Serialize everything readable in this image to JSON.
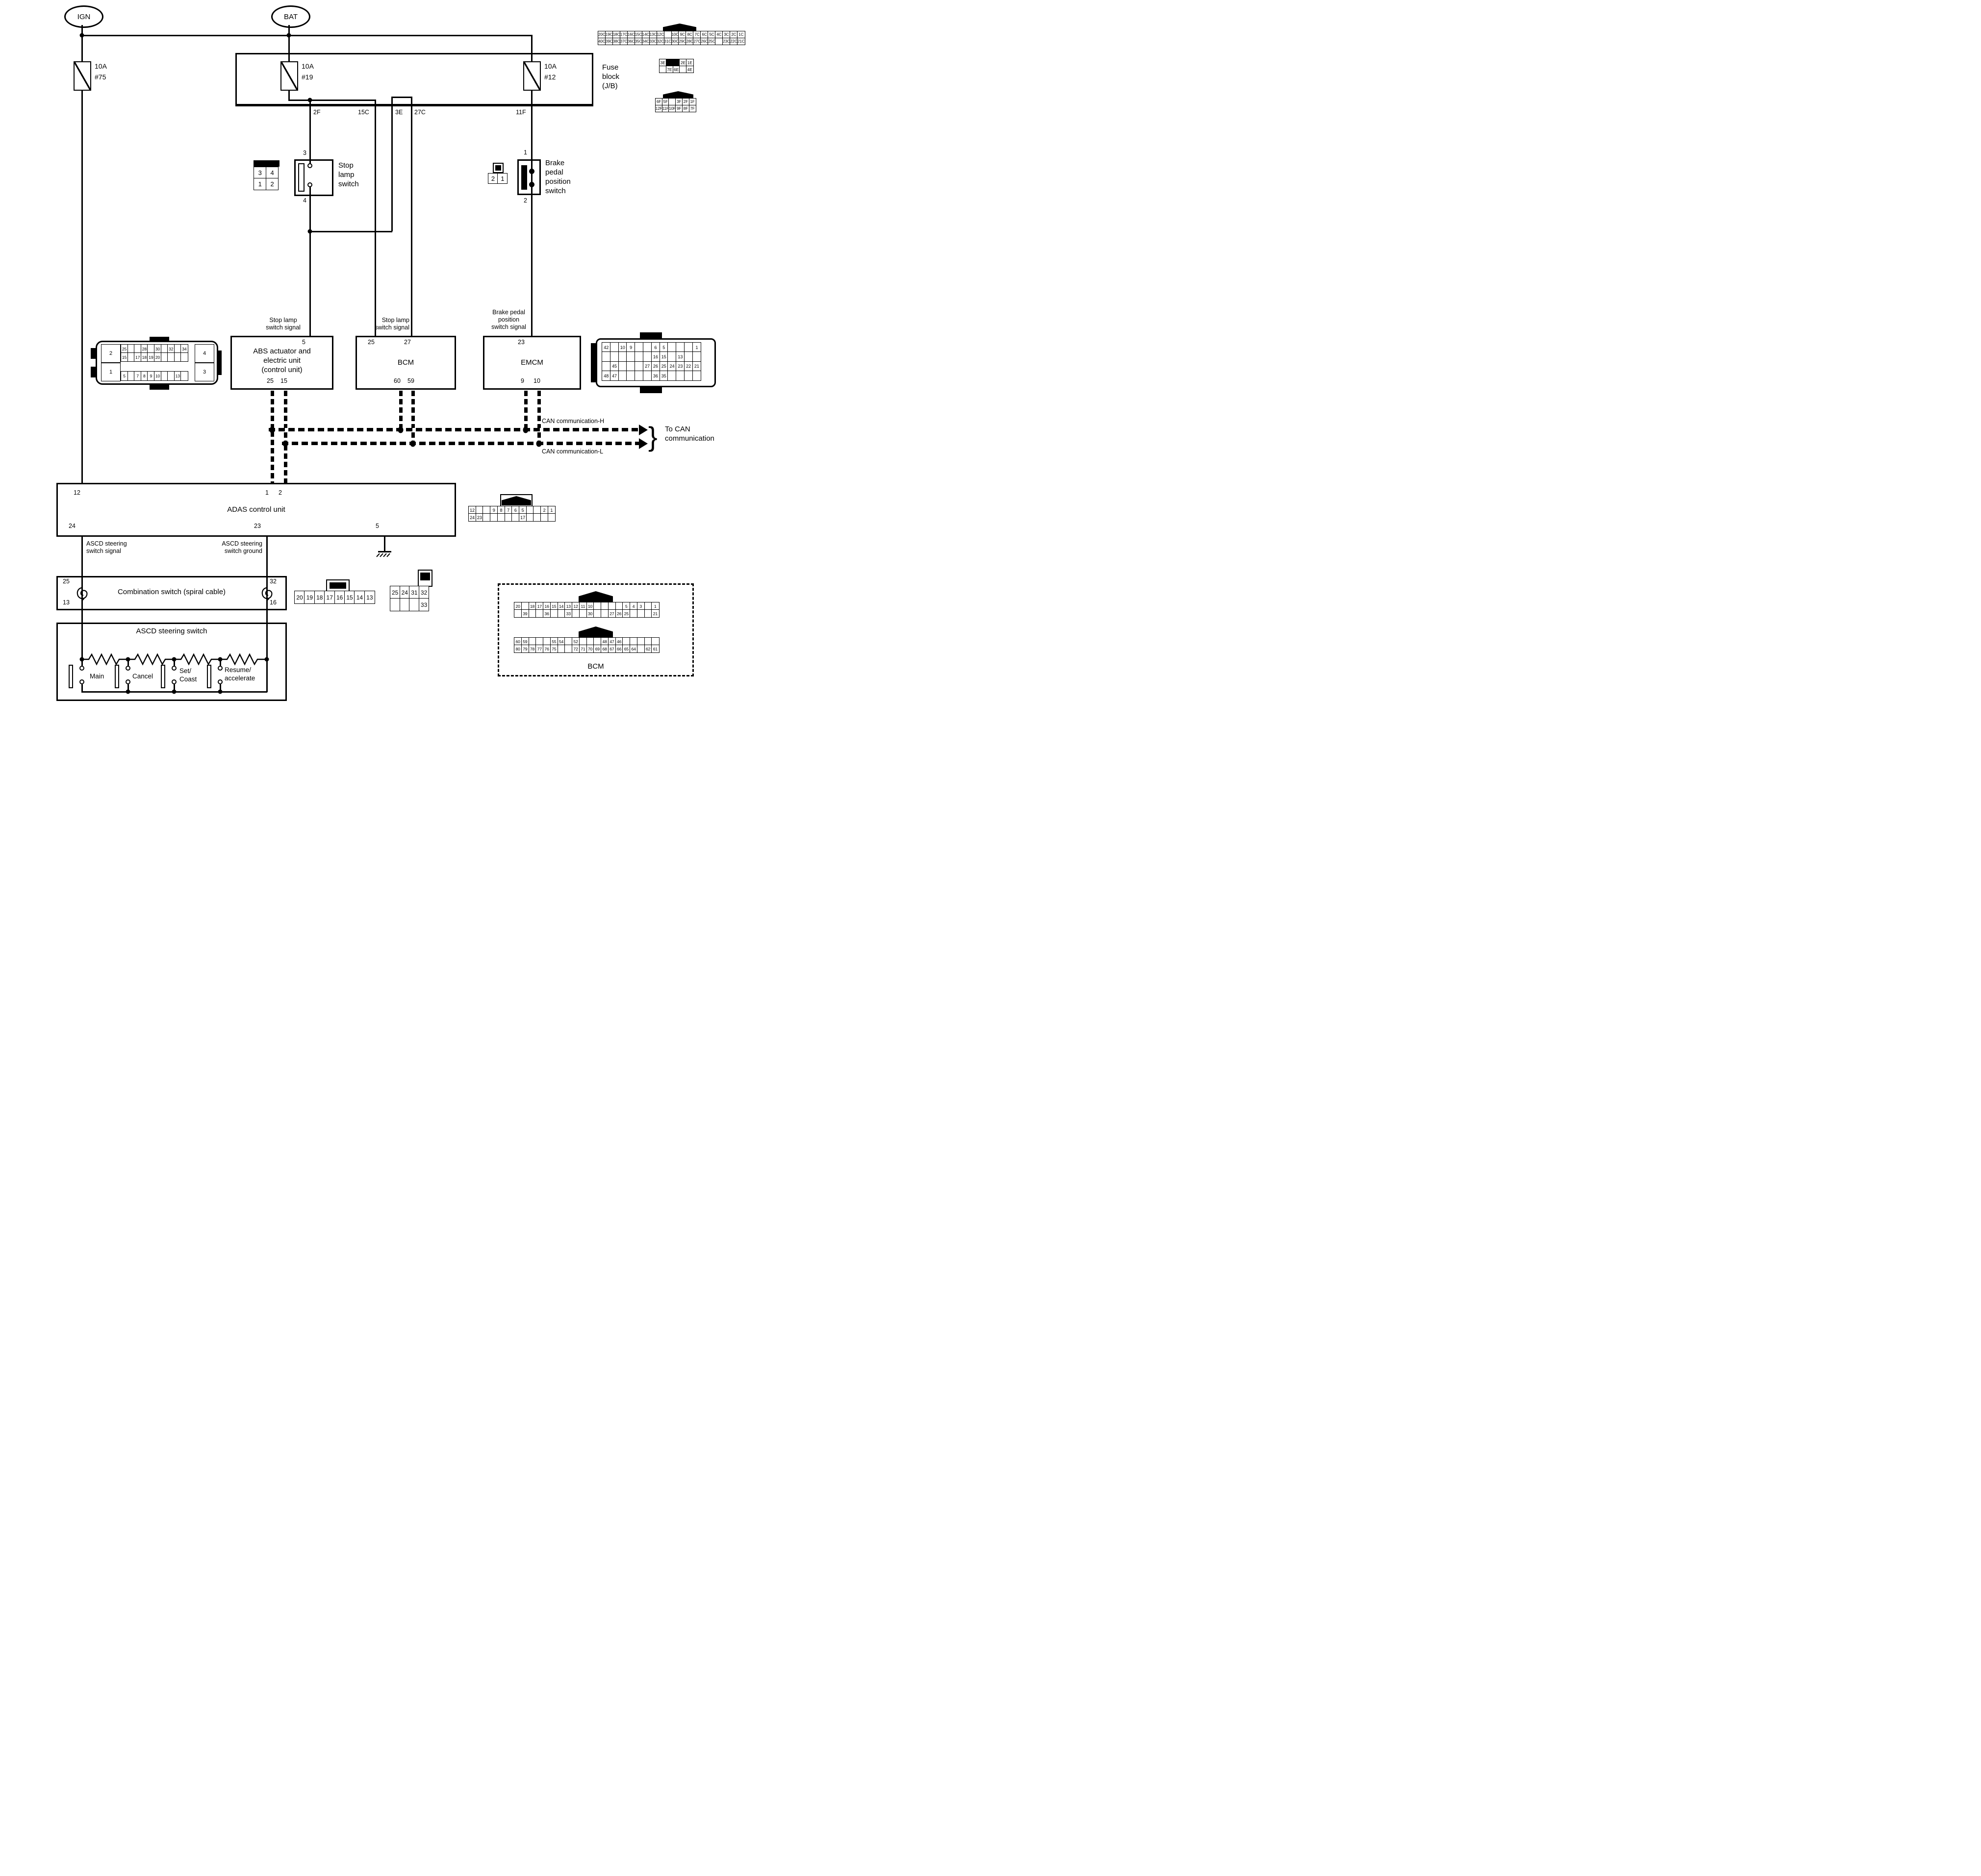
{
  "power": {
    "ign": "IGN",
    "bat": "BAT",
    "amp": "10A",
    "f75": "#75",
    "f19": "#19",
    "f12": "#12",
    "fuse_block": "Fuse\nblock\n(J/B)"
  },
  "pins": {
    "p2f": "2F",
    "p15c": "15C",
    "p3e": "3E",
    "p27c": "27C",
    "p11f": "11F",
    "stop_top": "3",
    "stop_bottom": "4",
    "brake_top": "1",
    "brake_bottom": "2",
    "abs_top": "5",
    "abs_b1": "25",
    "abs_b2": "15",
    "bcm_t1": "25",
    "bcm_t2": "27",
    "bcm_b1": "60",
    "bcm_b2": "59",
    "emcm_top": "23",
    "emcm_b1": "9",
    "emcm_b2": "10",
    "adas_12": "12",
    "adas_1": "1",
    "adas_2": "2",
    "adas_24": "24",
    "adas_23": "23",
    "adas_5": "5",
    "comb_25": "25",
    "comb_13": "13",
    "comb_32": "32",
    "comb_16": "16"
  },
  "units": {
    "abs": "ABS actuator and\nelectric unit\n(control unit)",
    "bcm": "BCM",
    "emcm": "EMCM",
    "adas": "ADAS control unit",
    "comb": "Combination switch (spiral cable)",
    "ascd": "ASCD steering switch",
    "stop": "Stop\nlamp\nswitch",
    "brake": "Brake\npedal\nposition\nswitch",
    "bcm_bottom": "BCM"
  },
  "signals": {
    "stop1": "Stop lamp\nswitch signal",
    "stop2": "Stop lamp\nswitch signal",
    "brake": "Brake pedal\nposition\nswitch signal",
    "ascd_sig": "ASCD steering\nswitch signal",
    "ascd_gnd": "ASCD steering\nswitch ground",
    "can_h": "CAN communication-H",
    "can_l": "CAN communication-L",
    "to_can": "To CAN\ncommunication"
  },
  "ascd": {
    "sw1": "Main",
    "sw2": "Cancel",
    "sw3": "Set/\nCoast",
    "sw4": "Resume/\naccelerate"
  },
  "connectors": {
    "c_grid": {
      "rows": [
        [
          "20C",
          "19C",
          "18C",
          "17C",
          "16C",
          "15C",
          "14C",
          "13C",
          "12C",
          "",
          "10C",
          "9C",
          "8C",
          "7C",
          "6C",
          "5C",
          "4C",
          "3C",
          "2C",
          "1C"
        ],
        [
          "40C",
          "39C",
          "38C",
          "37C",
          "36C",
          "35C",
          "34C",
          "33C",
          "32C",
          "31C",
          "30C",
          "29C",
          "28C",
          "27C",
          "26C",
          "25C",
          "",
          "23C",
          "22C",
          "21C"
        ]
      ]
    },
    "e_grid": {
      "rows": [
        [
          "3E",
          "#",
          "#",
          "2E",
          "1E"
        ],
        [
          "",
          "7E",
          "6E",
          "",
          "4E"
        ]
      ]
    },
    "f_grid": {
      "rows": [
        [
          "6F",
          "5F",
          "",
          "3F",
          "2F",
          "1F"
        ],
        [
          "12F",
          "11F",
          "10F",
          "9F",
          "8F",
          "7F"
        ]
      ]
    },
    "abs_top": {
      "rows": [
        [
          "25",
          "",
          "",
          "28",
          "",
          "30",
          "",
          "32",
          "",
          "34"
        ],
        [
          "15",
          "",
          "17",
          "18",
          "19",
          "20",
          "",
          "",
          "",
          ""
        ]
      ]
    },
    "abs_bottom": {
      "rows": [
        [
          "5",
          "",
          "7",
          "8",
          "9",
          "10",
          "",
          "",
          "13",
          ""
        ]
      ]
    },
    "abs_sides": {
      "tl": "2",
      "bl": "1",
      "tr": "4",
      "br": "3"
    },
    "emcm_grid": {
      "rows": [
        [
          "42",
          "",
          "10",
          "9",
          "",
          "",
          "6",
          "5",
          "",
          "",
          "",
          "1"
        ],
        [
          "",
          "",
          "",
          "",
          "",
          "",
          "16",
          "15",
          "",
          "13",
          "",
          ""
        ],
        [
          "",
          "45",
          "",
          "",
          "",
          "27",
          "26",
          "25",
          "24",
          "23",
          "22",
          "21"
        ],
        [
          "48",
          "47",
          "",
          "",
          "",
          "",
          "36",
          "35",
          "",
          "",
          "",
          ""
        ]
      ]
    },
    "adas_grid": {
      "rows": [
        [
          "12",
          "",
          "",
          "9",
          "8",
          "7",
          "6",
          "5",
          "",
          "",
          "2",
          "1"
        ],
        [
          "24",
          "23",
          "",
          "",
          "",
          "",
          "",
          "17",
          "",
          "",
          "",
          ""
        ]
      ]
    },
    "comb8": {
      "rows": [
        [
          "20",
          "19",
          "18",
          "17",
          "16",
          "15",
          "14",
          "13"
        ]
      ]
    },
    "comb4": {
      "rows": [
        [
          "25",
          "24",
          "31",
          "32"
        ],
        [
          "",
          "",
          "",
          "33"
        ]
      ]
    },
    "bcm_a": {
      "rows": [
        [
          "20",
          "",
          "18",
          "17",
          "16",
          "15",
          "14",
          "13",
          "12",
          "11",
          "10",
          "",
          "",
          "",
          "",
          "5",
          "4",
          "3",
          "",
          "1"
        ],
        [
          "",
          "39",
          "",
          "",
          "36",
          "",
          "",
          "33",
          "",
          "",
          "30",
          "",
          "",
          "27",
          "26",
          "25",
          "",
          "",
          "",
          "21"
        ]
      ]
    },
    "bcm_b": {
      "rows": [
        [
          "60",
          "59",
          "",
          "",
          "",
          "55",
          "54",
          "",
          "52",
          "",
          "",
          "",
          "48",
          "47",
          "46",
          "",
          "",
          "",
          "",
          ""
        ],
        [
          "80",
          "79",
          "78",
          "77",
          "76",
          "75",
          "",
          "",
          "72",
          "71",
          "70",
          "69",
          "68",
          "67",
          "66",
          "65",
          "64",
          "",
          "62",
          "61"
        ]
      ]
    },
    "stop_conn": {
      "rows": [
        [
          "3",
          "4"
        ],
        [
          "1",
          "2"
        ]
      ]
    },
    "brake_conn": {
      "rows": [
        [
          "2",
          "1"
        ]
      ]
    }
  }
}
